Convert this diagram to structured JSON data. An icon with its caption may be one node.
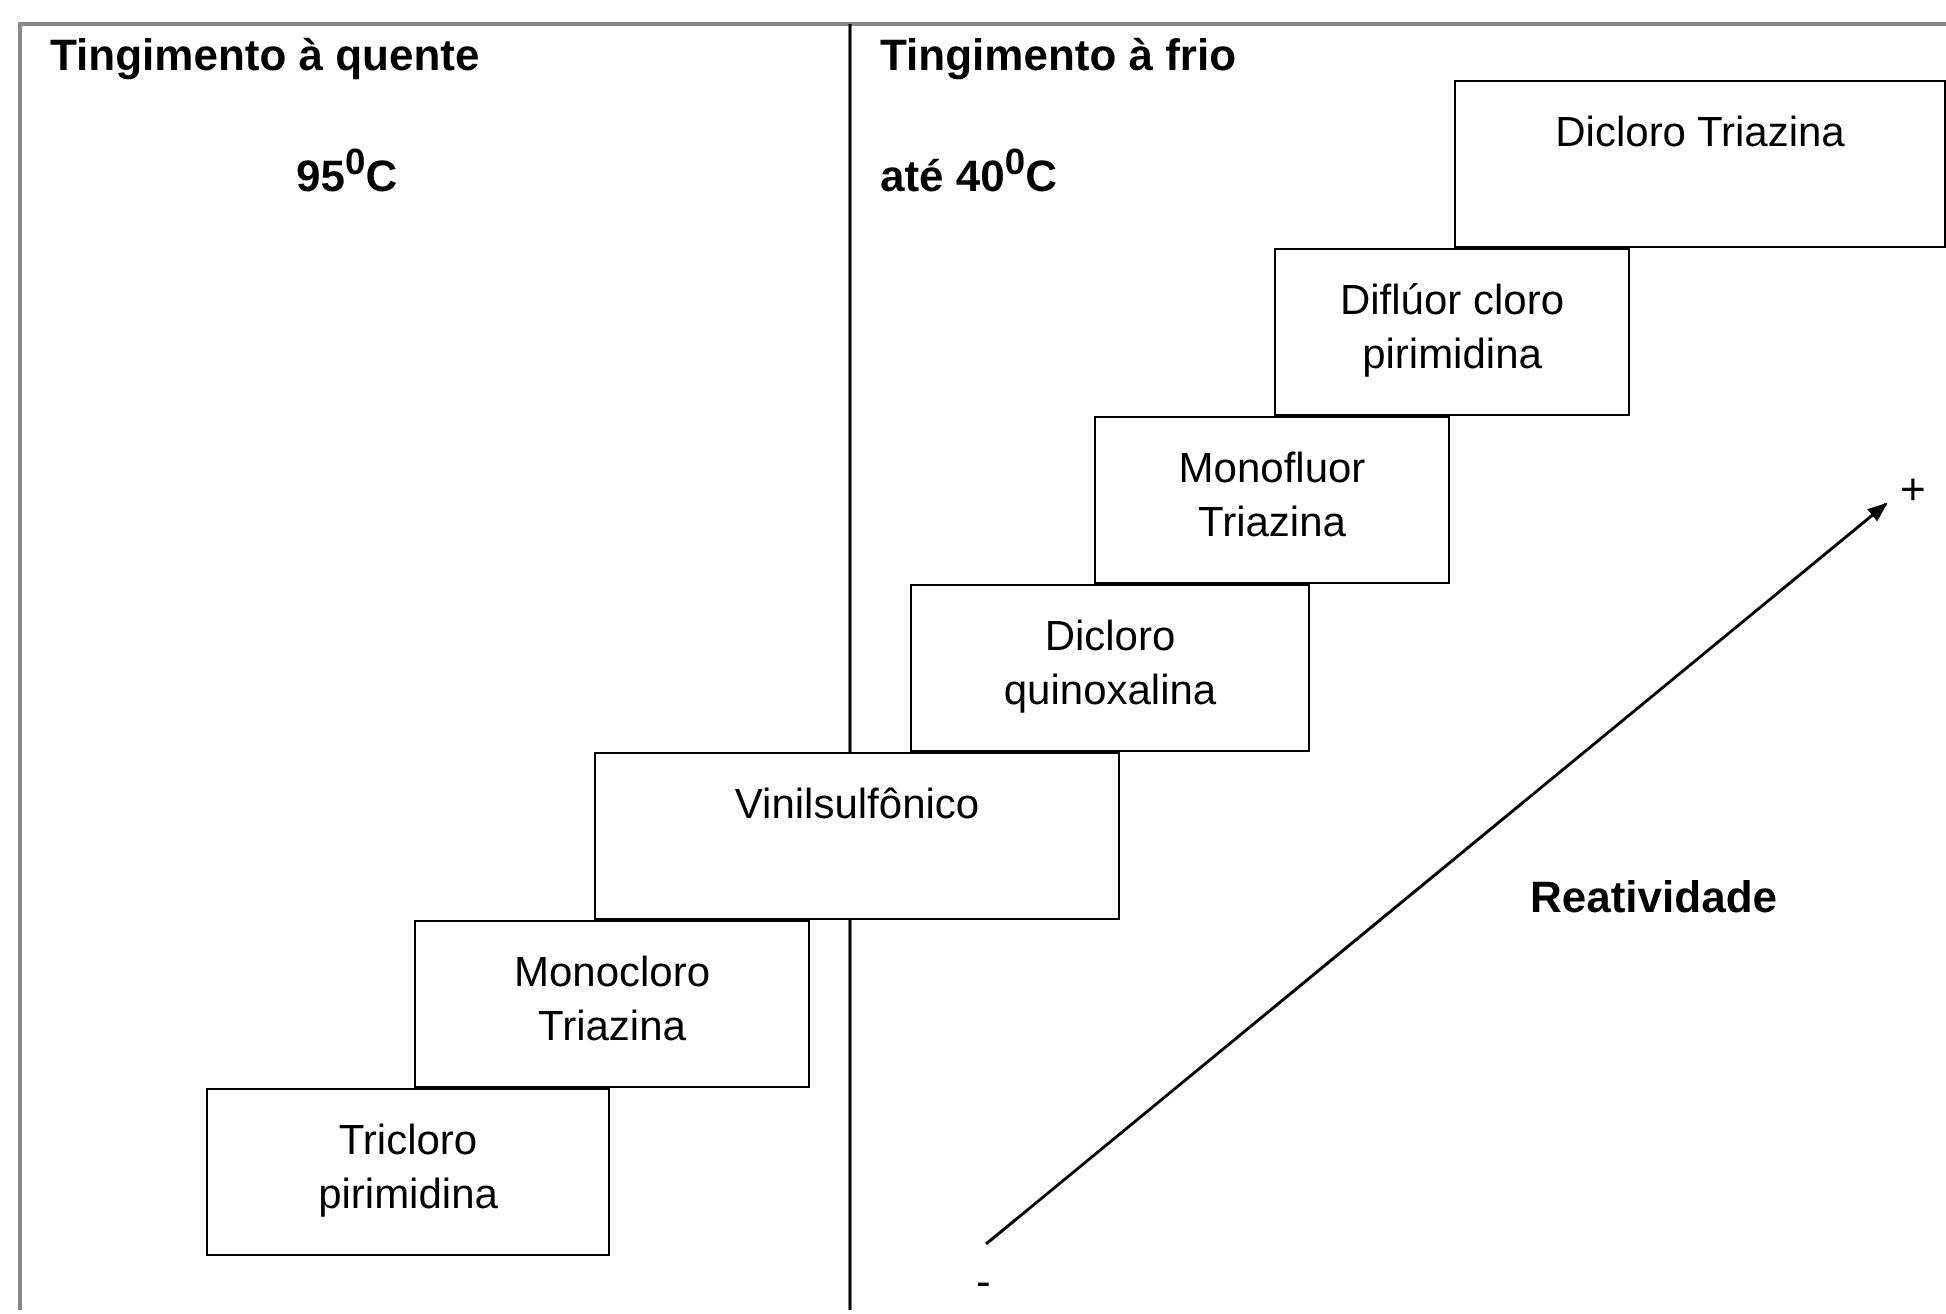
{
  "diagram": {
    "nodes": [
      {
        "text": [
          "Dicloro Triazina"
        ]
      },
      {
        "text": [
          "Diflúor cloro pirimidina"
        ]
      },
      {
        "text": [
          "Monofluor Triazina"
        ]
      },
      {
        "text": [
          "Dicloro quinoxalina"
        ]
      },
      {
        "text": [
          "Vinilsulfônico"
        ]
      },
      {
        "text": [
          "Monocloro Triazina"
        ]
      },
      {
        "text": [
          "Tricloro pirimidina"
        ]
      }
    ],
    "edges": [],
    "labels": [
      "Tingimento à quente",
      "95$^{0}$C",
      "Tingimento à frio",
      "até  40$^{0}$C",
      "+",
      "Reatividade",
      "-"
    ]
  }
}
